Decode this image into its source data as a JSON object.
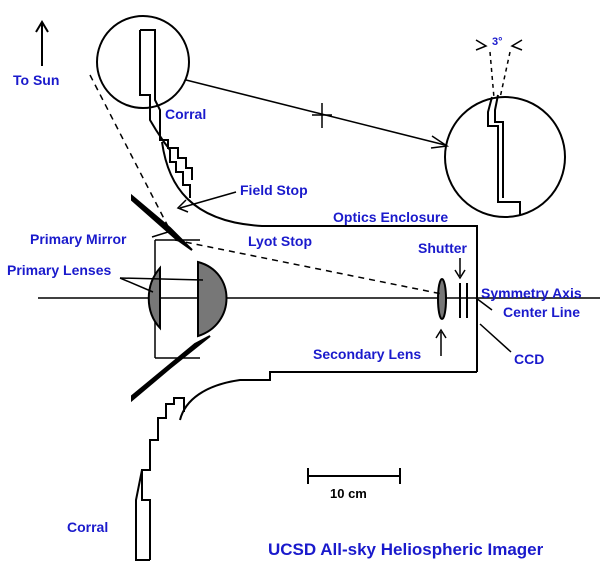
{
  "labels": {
    "to_sun": "To Sun",
    "corral_top": "Corral",
    "corral_bottom": "Corral",
    "field_stop": "Field Stop",
    "optics_enclosure": "Optics Enclosure",
    "primary_mirror": "Primary Mirror",
    "lyot_stop": "Lyot Stop",
    "shutter": "Shutter",
    "primary_lenses": "Primary Lenses",
    "symmetry_axis": "Symmetry Axis",
    "center_line": "Center Line",
    "secondary_lens": "Secondary Lens",
    "ccd": "CCD",
    "angle": "3°",
    "scale_bar": "10 cm",
    "title": "UCSD All-sky Heliospheric Imager"
  },
  "colors": {
    "label": "#1a1acc",
    "line": "#000000",
    "lens_fill": "#777777"
  }
}
